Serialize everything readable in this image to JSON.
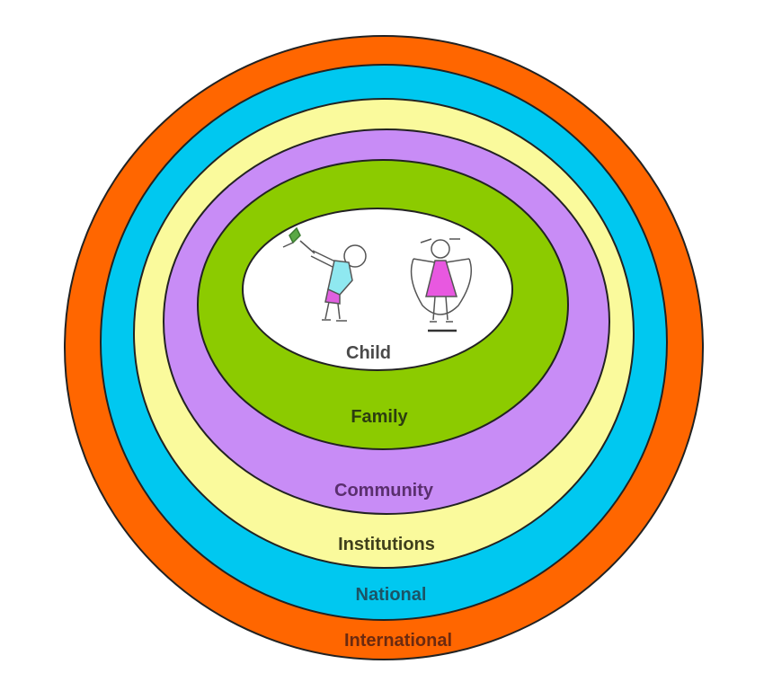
{
  "diagram": {
    "type": "nested-ellipses",
    "layers": [
      {
        "name": "International",
        "fill": "#ff6600",
        "text_color": "#6b2a10"
      },
      {
        "name": "National",
        "fill": "#00c8f0",
        "text_color": "#1b5466"
      },
      {
        "name": "Institutions",
        "fill": "#fafa9c",
        "text_color": "#3f3f1c"
      },
      {
        "name": "Community",
        "fill": "#c88cf6",
        "text_color": "#5a2f6e"
      },
      {
        "name": "Family",
        "fill": "#8ccb00",
        "text_color": "#2c3d10"
      },
      {
        "name": "Child",
        "fill": "#ffffff",
        "text_color": "#4a4a4a"
      }
    ],
    "outline_color": "#222222"
  }
}
